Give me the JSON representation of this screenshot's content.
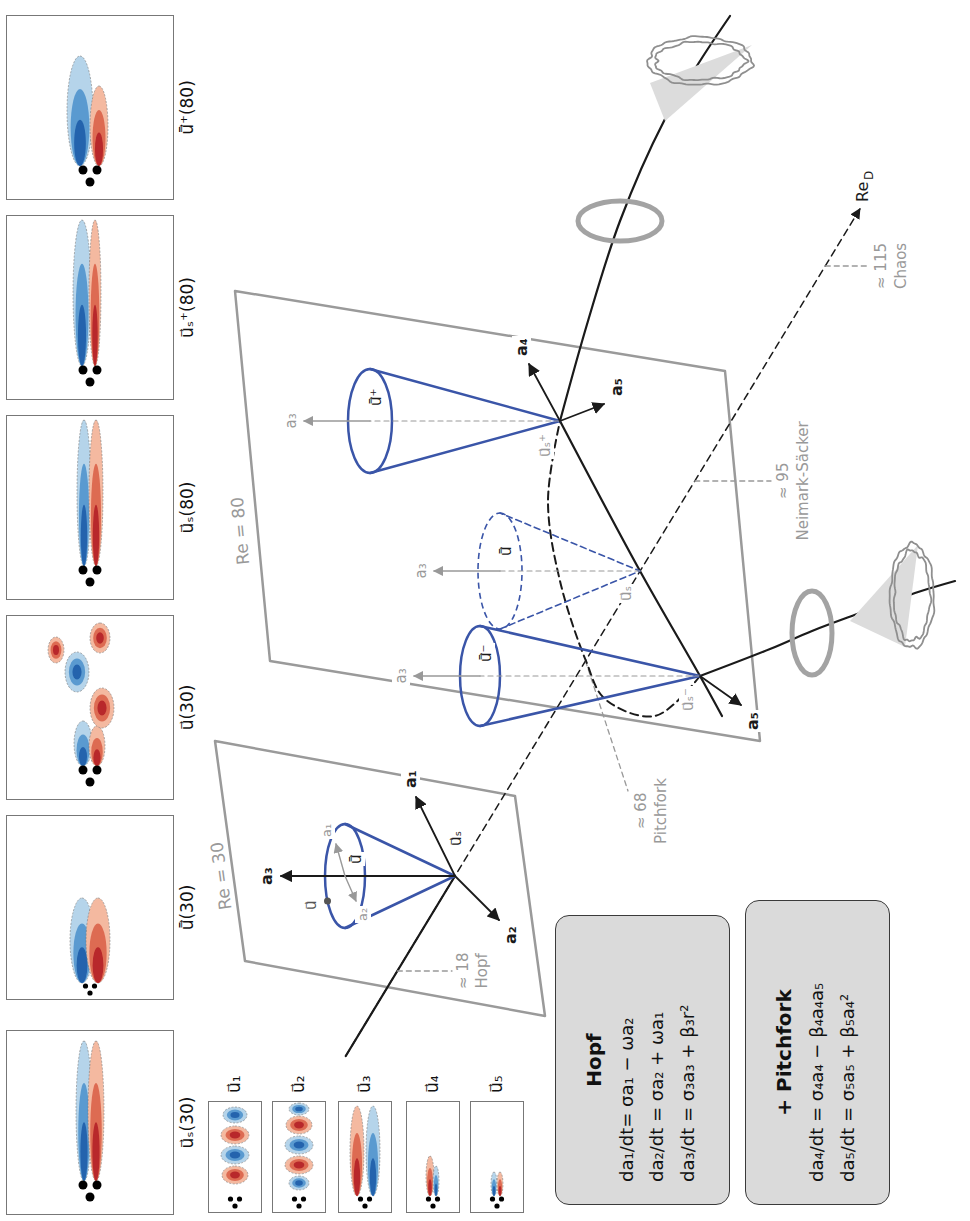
{
  "diagram": {
    "nodes": [
      {
        "text": [
          "u⃗ₛ(30)"
        ]
      },
      {
        "text": [
          "ū⃗(30)"
        ]
      },
      {
        "text": [
          "u⃗(30)"
        ]
      },
      {
        "text": [
          "u⃗ₛ(80)"
        ]
      },
      {
        "text": [
          "u⃗ₛ⁺(80)"
        ]
      },
      {
        "text": [
          "ū⃗⁺(80)"
        ]
      },
      {
        "text": [
          "u⃗₁"
        ]
      },
      {
        "text": [
          "u⃗₂"
        ]
      },
      {
        "text": [
          "u⃗₃"
        ]
      },
      {
        "text": [
          "u⃗₄"
        ]
      },
      {
        "text": [
          "u⃗₅"
        ]
      },
      {
        "text": [
          "Hopf",
          "da₁/dt= σa₁ − ωa₂",
          "da₂/dt = σa₂ + ωa₁",
          "da₃/dt = σ₃a₃ + β₃r²"
        ]
      },
      {
        "text": [
          "+ Pitchfork",
          "da₄/dt = σ₄a₄ − β₄a₄a₅",
          "da₅/dt = σ₅a₅ + β₅a₄²"
        ]
      }
    ],
    "labels": [
      "Re = 30",
      "a₃",
      "a₁",
      "a₂",
      "a₁",
      "a₂",
      "u⃗",
      "ū⃗",
      "u⃗ₛ",
      "≈ 18",
      "Hopf",
      "≈ 68",
      "Pitchfork",
      "Re = 80",
      "a₃",
      "a₃",
      "a₃",
      "ū⃗⁻",
      "ū⃗",
      "ū⃗⁺",
      "u⃗ₛ",
      "u⃗ₛ⁺",
      "u⃗ₛ⁻",
      "a₄",
      "a₅",
      "a₅",
      "≈ 95",
      "Neimark-Säcker",
      "≈ 115",
      "Chaos",
      "Re",
      "D"
    ]
  }
}
